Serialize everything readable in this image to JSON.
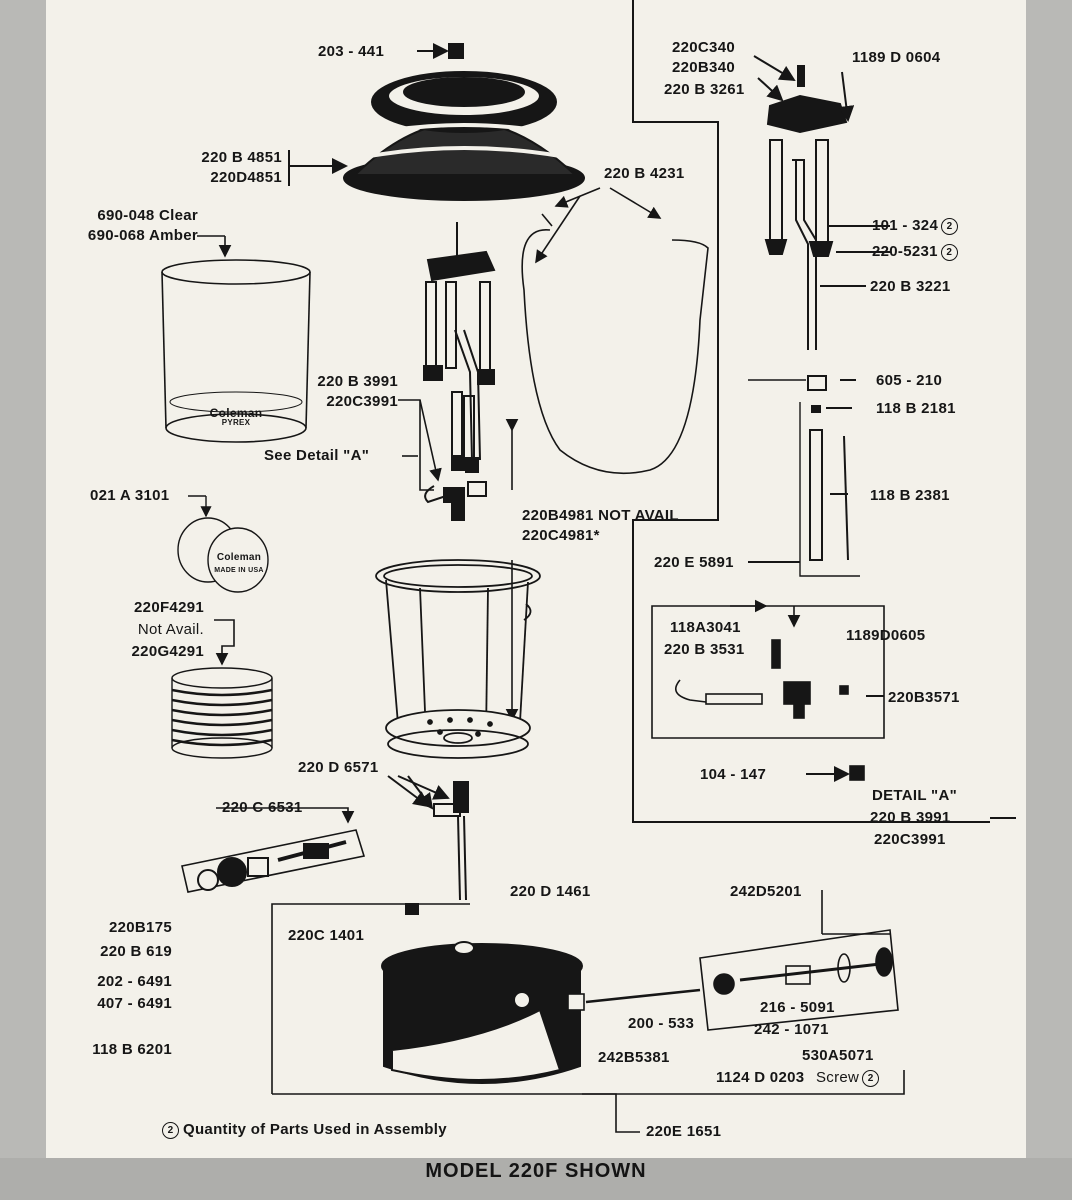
{
  "labels": {
    "p203_441": "203 - 441",
    "p220B4851": "220 B 4851",
    "p220D4851": "220D4851",
    "p690_048": "690-048 Clear",
    "p690_068": "690-068 Amber",
    "p220B4231": "220 B 4231",
    "p220B3991_main": "220 B 3991",
    "p220C3991_main": "220C3991",
    "see_detail": "See Detail \"A\"",
    "p021A3101": "021 A 3101",
    "p220B4981": "220B4981 NOT AVAIL",
    "p220C4981": "220C4981*",
    "p220F4291": "220F4291",
    "not_avail": "Not Avail.",
    "p220G4291": "220G4291",
    "p220D6571": "220 D 6571",
    "p220C6531": "220 C 6531",
    "p220B175": "220B175",
    "p220B619": "220 B 619",
    "p202_6491": "202 - 6491",
    "p407_6491": "407 - 6491",
    "p118B6201": "118 B 6201",
    "p220C1401": "220C 1401",
    "p220D1461": "220 D 1461",
    "p220C340": "220C340",
    "p220B340": "220B340",
    "p220B3261": "220 B 3261",
    "p1189D0604": "1189 D 0604",
    "p101_324": "101 - 324",
    "p220_5231": "220-5231",
    "p220B3221": "220 B 3221",
    "p605_210": "605 - 210",
    "p118B2181": "118 B 2181",
    "p118B2381": "118 B 2381",
    "p220E5891": "220 E 5891",
    "p118A3041": "118A3041",
    "p220B3531": "220 B 3531",
    "p1189D0605": "1189D0605",
    "p220B3571": "220B3571",
    "p104_147": "104 - 147",
    "detail_a": "DETAIL \"A\"",
    "detail_220B3991": "220 B 3991",
    "detail_220C3991": "220C3991",
    "p242D5201": "242D5201",
    "p216_5091": "216 - 5091",
    "p200_533": "200 - 533",
    "p242_1071": "242 - 1071",
    "p242B5381": "242B5381",
    "p530A5071": "530A5071",
    "p1124D0203": "1124 D 0203",
    "screw": "Screw",
    "qty_note": "Quantity of Parts Used in Assembly",
    "p220E1651": "220E 1651",
    "circled_two": "2",
    "globe_brand": "Coleman",
    "globe_sub": "PYREX",
    "mantle_brand": "Coleman",
    "mantle_sub": "MADE IN USA"
  },
  "footer": {
    "title": "MODEL 220F SHOWN"
  },
  "colors": {
    "ink": "#161616",
    "paper": "#f3f1ea",
    "border": "#b9b9b6"
  }
}
